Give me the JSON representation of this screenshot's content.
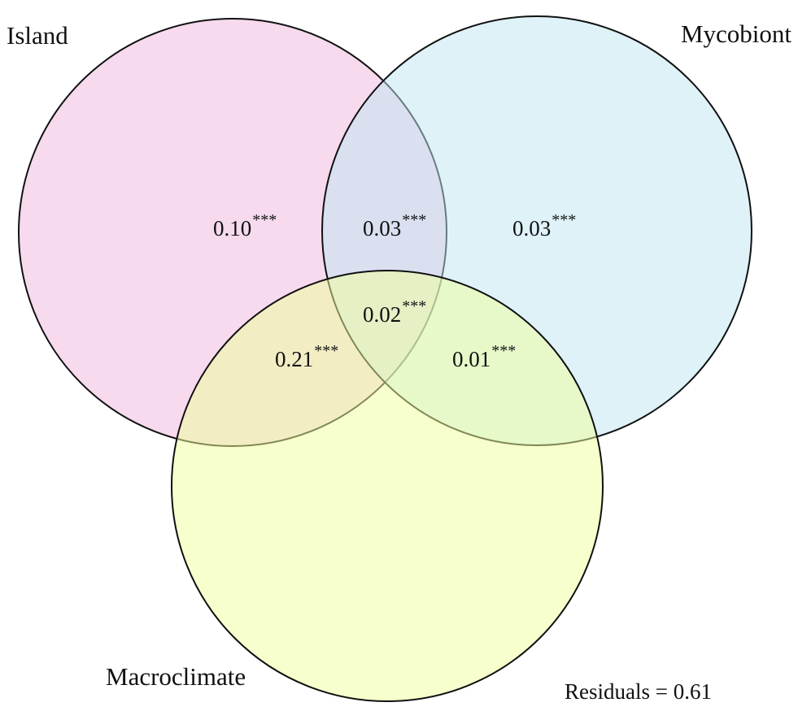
{
  "sets": [
    {
      "name": "Island",
      "color": "#f0b6de"
    },
    {
      "name": "Mycobiont",
      "color": "#bde6f2"
    },
    {
      "name": "Macroclimate",
      "color": "#f0ff99"
    }
  ],
  "regions": [
    {
      "sets": [
        "Island"
      ],
      "value": "0.10",
      "significance": "***"
    },
    {
      "sets": [
        "Island",
        "Mycobiont"
      ],
      "value": "0.03",
      "significance": "***"
    },
    {
      "sets": [
        "Mycobiont"
      ],
      "value": "0.03",
      "significance": "***"
    },
    {
      "sets": [
        "Island",
        "Mycobiont",
        "Macroclimate"
      ],
      "value": "0.02",
      "significance": "***"
    },
    {
      "sets": [
        "Island",
        "Macroclimate"
      ],
      "value": "0.21",
      "significance": "***"
    },
    {
      "sets": [
        "Mycobiont",
        "Macroclimate"
      ],
      "value": "0.01",
      "significance": "***"
    }
  ],
  "residuals": "Residuals = 0.61",
  "colors": {
    "outline": "#111111",
    "background": "#ffffff"
  }
}
